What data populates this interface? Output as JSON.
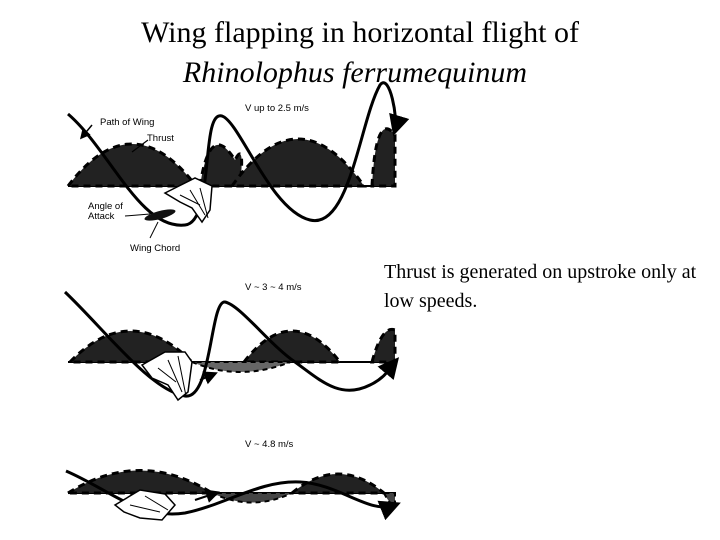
{
  "title": {
    "line1": "Wing flapping in horizontal flight of",
    "line2": "Rhinolophus ferrumequinum"
  },
  "caption": "Thrust is generated on upstroke only at low speeds.",
  "panels": [
    {
      "speed_label": "V up to 2.5 m/s",
      "annotations": {
        "path_of_wing": "Path of Wing",
        "thrust": "Thrust",
        "angle_of_attack_line1": "Angle of",
        "angle_of_attack_line2": "Attack",
        "wing_chord": "Wing Chord"
      }
    },
    {
      "speed_label": "V ~ 3 ~ 4 m/s"
    },
    {
      "speed_label": "V ~ 4.8 m/s"
    }
  ]
}
